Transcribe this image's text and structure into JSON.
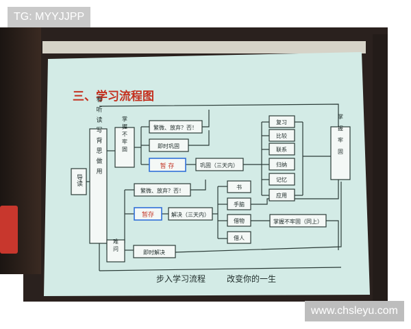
{
  "watermark_top": "TG: MYYJJPP",
  "watermark_bottom": "www.chsleyu.com",
  "slide": {
    "title": "三、学习流程图",
    "footer_left": "步入学习流程",
    "footer_right": "改变你的一生",
    "nodes": {
      "daodu": "导读",
      "kantingdu": "看听读写背思做用",
      "zhangwo_buwei": "掌握不牢固",
      "fanjuan_top": "繁微、放弃？否！",
      "jishi_gonggu": "即时巩固",
      "zancun_top": "暂 存",
      "gonggu_3": "巩固（三天内）",
      "fuxi": "复习",
      "bijiao": "比较",
      "lianxi": "联系",
      "guina": "归纳",
      "jiyi": "记忆",
      "yingyong": "应用",
      "zhangwo_laogu": "掌握牢固",
      "fanjuan_mid": "繁微、放弃？否！",
      "zancun_mid": "暂存",
      "jiejue_3": "解决（三天内）",
      "shu": "书",
      "shounao": "手脑",
      "jiewu": "借物",
      "jieren": "借人",
      "zhangwo_bulaogu": "掌握不牢固（同上）",
      "nanwen": "难问",
      "jishi_jiejue": "即时解决"
    }
  }
}
